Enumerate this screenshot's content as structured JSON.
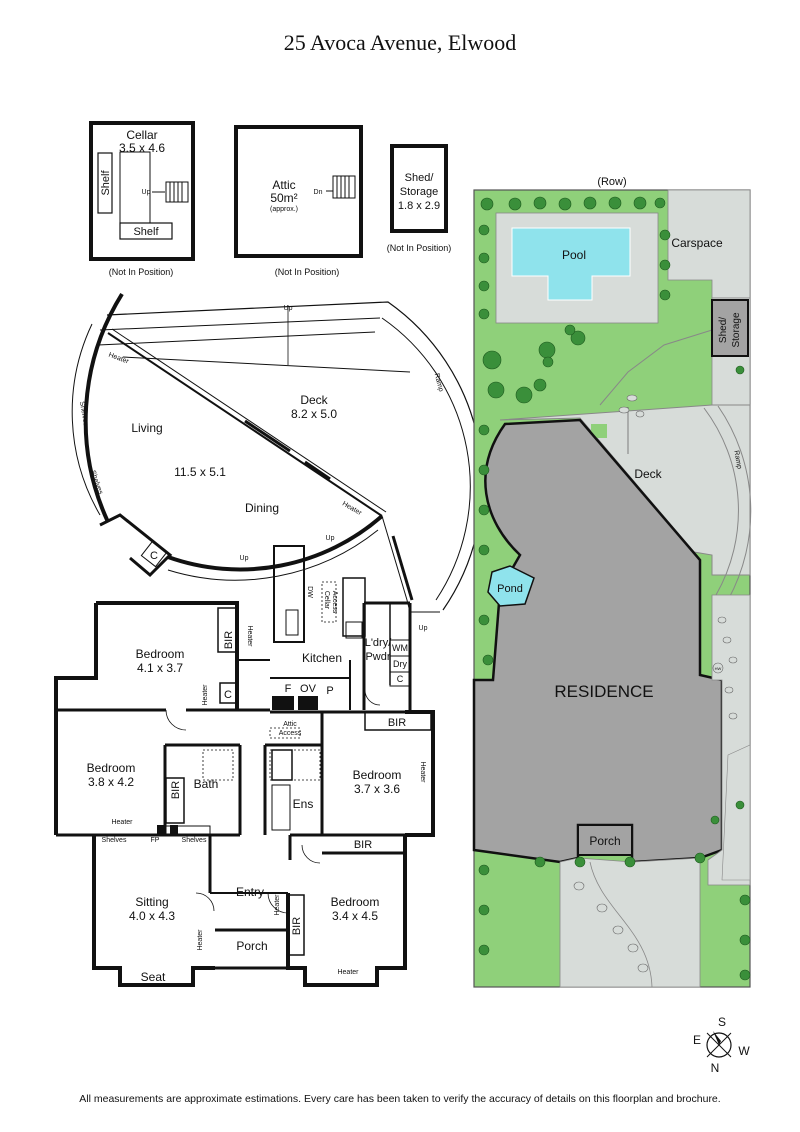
{
  "title": "25 Avoca Avenue, Elwood",
  "cellar": {
    "label": "Cellar",
    "dims": "3.5 x 4.6",
    "shelf": "Shelf",
    "up": "Up",
    "note": "(Not In Position)"
  },
  "attic": {
    "label": "Attic",
    "area": "50m²",
    "approx": "(approx.)",
    "dn": "Dn",
    "note": "(Not In Position)"
  },
  "shed": {
    "label1": "Shed/",
    "label2": "Storage",
    "dims": "1.8 x 2.9",
    "note": "(Not In Position)"
  },
  "floorplan": {
    "up": "Up",
    "heater": "Heater",
    "ramp": "Ramp",
    "deck": {
      "label": "Deck",
      "dims": "8.2 x 5.0"
    },
    "living": "Living",
    "living_dims": "11.5 x 5.1",
    "dining": "Dining",
    "shelves": "Shelves",
    "c": "C",
    "dw": "DW",
    "cellar_access_1": "Cellar",
    "cellar_access_2": "Access",
    "kitchen": "Kitchen",
    "laundry_1": "L'dry/",
    "laundry_2": "Pwdr",
    "wm": "WM",
    "dry": "Dry",
    "f": "F",
    "ov": "OV",
    "p": "P",
    "bir": "BIR",
    "bed1": {
      "label": "Bedroom",
      "dims": "4.1 x 3.7"
    },
    "bed2": {
      "label": "Bedroom",
      "dims": "3.8 x 4.2"
    },
    "bed3": {
      "label": "Bedroom",
      "dims": "3.7 x 3.6"
    },
    "bed4": {
      "label": "Bedroom",
      "dims": "3.4 x 4.5"
    },
    "attic_access_1": "Attic",
    "attic_access_2": "Access",
    "bath": "Bath",
    "ens": "Ens",
    "fp": "FP",
    "sitting": {
      "label": "Sitting",
      "dims": "4.0 x 4.3"
    },
    "entry": "Entry",
    "porch": "Porch",
    "seat": "Seat"
  },
  "site": {
    "row": "(Row)",
    "pool": "Pool",
    "carspace": "Carspace",
    "shed_1": "Shed/",
    "shed_2": "Storage",
    "deck": "Deck",
    "ramp": "Ramp",
    "pond": "Pond",
    "residence": "RESIDENCE",
    "porch": "Porch",
    "hw": "HW"
  },
  "compass": {
    "s": "S",
    "e": "E",
    "w": "W",
    "n": "N"
  },
  "disclaimer": "All measurements are approximate estimations. Every care has been taken to verify the accuracy of details on this floorplan and brochure.",
  "colors": {
    "lawn": "#8fd07a",
    "paving": "#d7dcd9",
    "residence": "#a3a3a3",
    "water": "#8fe3ec",
    "tree": "#3a8f3a",
    "wall": "#111111"
  }
}
